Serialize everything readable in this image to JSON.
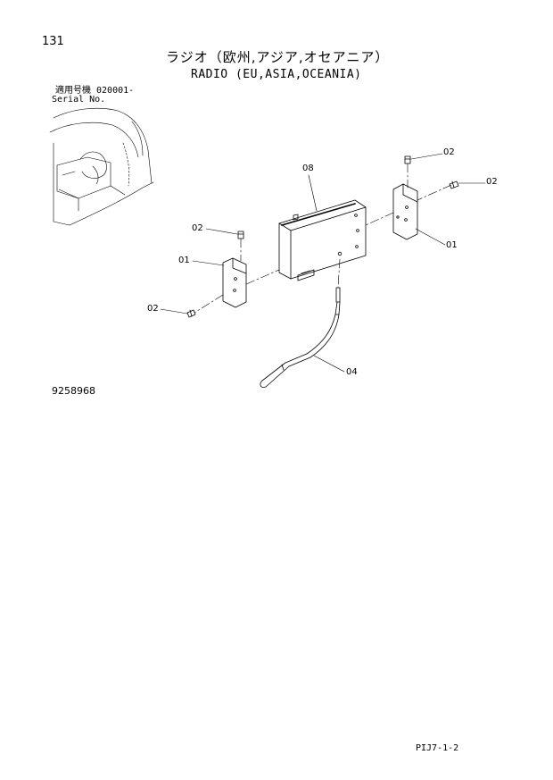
{
  "header": {
    "page_number": "131",
    "title_jp": "ラジオ（欧州,アジア,オセアニア）",
    "title_en": "RADIO (EU,ASIA,OCEANIA)"
  },
  "serial": {
    "label_jp": "適用号機 020001-",
    "label_en": "Serial No."
  },
  "callouts": {
    "c02_top_right": "02",
    "c02_right": "02",
    "c08": "08",
    "c01_right": "01",
    "c02_left_top": "02",
    "c01_left": "01",
    "c02_left_bottom": "02",
    "c04": "04"
  },
  "footer": {
    "drawing_number": "9258968",
    "page_code": "PIJ7-1-2"
  },
  "colors": {
    "ink": "#000000",
    "background": "#ffffff"
  }
}
